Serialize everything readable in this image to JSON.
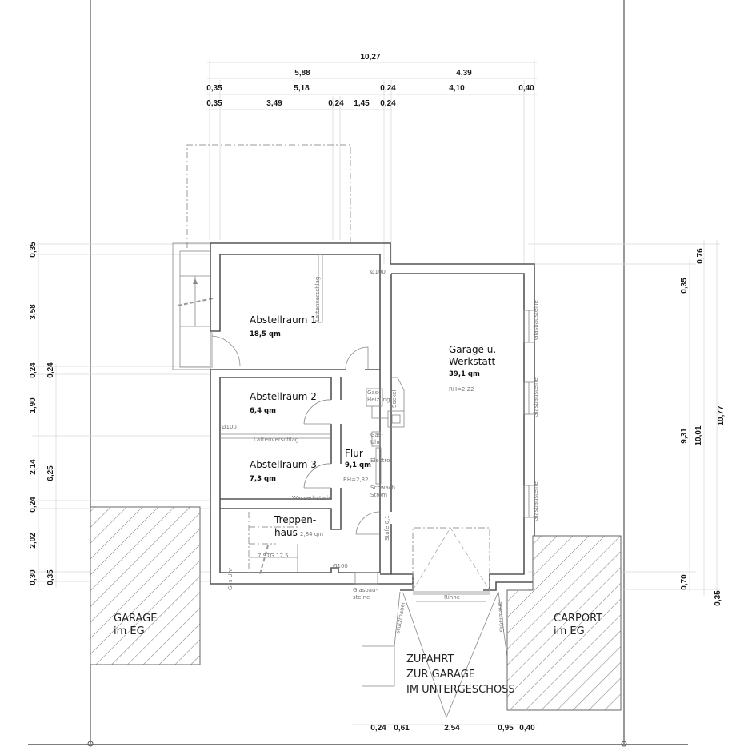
{
  "drawing": {
    "type": "floor-plan",
    "level": "Untergeschoss"
  },
  "dimensions_top": {
    "row1": {
      "total": "10,27"
    },
    "row2": {
      "left": "5,88",
      "right": "4,39"
    },
    "row3": {
      "a": "0,35",
      "b": "5,18",
      "c": "0,24",
      "d": "4,10",
      "e": "0,40"
    },
    "row4": {
      "a": "0,35",
      "b": "3,49",
      "c": "0,24",
      "d": "1,45",
      "e": "0,24"
    }
  },
  "dimensions_left": {
    "outer": [
      "0,35",
      "3,58",
      "0,24",
      "1,90",
      "2,14",
      "0,24",
      "2,02",
      "0,30"
    ],
    "inner": [
      "0,24",
      "6,25",
      "0,35"
    ]
  },
  "dimensions_right": {
    "col1": [
      "0,35",
      "9,31",
      "0,70"
    ],
    "col2": [
      "10,01"
    ],
    "col3": [
      "0,76",
      "10,77",
      "0,35"
    ]
  },
  "dimensions_bottom": [
    "0,24",
    "0,61",
    "2,54",
    "0,95",
    "0,40"
  ],
  "rooms": {
    "abstellraum1": {
      "name": "Abstellraum 1",
      "area": "18,5 qm"
    },
    "abstellraum2": {
      "name": "Abstellraum 2",
      "area": "6,4 qm"
    },
    "abstellraum3": {
      "name": "Abstellraum 3",
      "area": "7,3 qm"
    },
    "flur": {
      "name": "Flur",
      "area": "9,1 qm",
      "height": "RH=2,32"
    },
    "treppenhaus": {
      "name1": "Treppen-",
      "name2": "haus",
      "area": "2,84 qm"
    },
    "garage": {
      "name1": "Garage u.",
      "name2": "Werkstatt",
      "area": "39,1 qm",
      "height": "RH=2,22"
    }
  },
  "annotations": {
    "lattenverschlag_v": "Lattenverschlag",
    "lattenverschlag_h": "Lattenverschlag",
    "pipe1": "Ø100",
    "pipe2": "Ø100",
    "pipe3": "Ø100",
    "gas_heizung1": "Gas-",
    "gas_heizung2": "Heizung",
    "sockel": "Sockel",
    "gas_uhr1": "Gas-",
    "gas_uhr2": "Uhr",
    "elektro": "Elektro",
    "schwachstrom1": "Schwach",
    "schwachstrom2": "Strom",
    "wasserbatterie": "Wasserbaterie",
    "stufe": "Stufe 0,1",
    "stair": "7 STG 17,5",
    "gas_uhr_v": "Gas Uhr",
    "glasbausteine1": "Glasbau-",
    "glasbausteine2": "steine",
    "glasbausteine_v": "Glasbausteine",
    "rinne": "Rinne",
    "stuetzmauer": "Stützmauer"
  },
  "outside": {
    "garage_eg1": "GARAGE",
    "garage_eg2": "im EG",
    "carport1": "CARPORT",
    "carport2": "im EG",
    "zufahrt1": "ZUFAHRT",
    "zufahrt2": "ZUR GARAGE",
    "zufahrt3": "IM UNTERGESCHOSS"
  }
}
